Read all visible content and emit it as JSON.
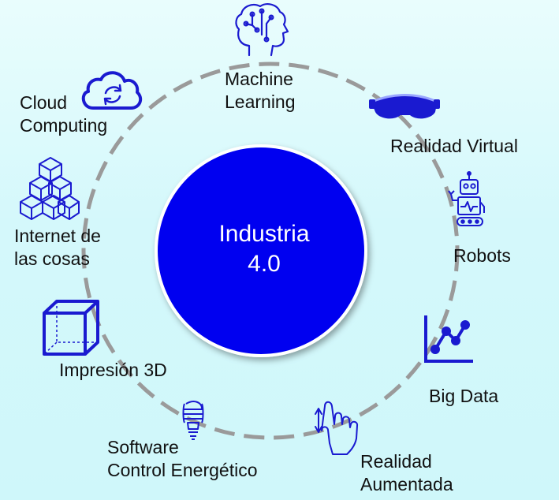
{
  "hub": {
    "line1": "Industria",
    "line2": "4.0"
  },
  "nodes": [
    {
      "id": "machine-learning",
      "line1": "Machine",
      "line2": "Learning",
      "icon": "brain-circuit-icon"
    },
    {
      "id": "realidad-virtual",
      "line1": "Realidad Virtual",
      "line2": "",
      "icon": "vr-headset-icon"
    },
    {
      "id": "robots",
      "line1": "Robots",
      "line2": "",
      "icon": "robot-icon"
    },
    {
      "id": "big-data",
      "line1": "Big Data",
      "line2": "",
      "icon": "line-chart-icon"
    },
    {
      "id": "realidad-aumentada",
      "line1": "Realidad",
      "line2": "Aumentada",
      "icon": "touch-gesture-icon"
    },
    {
      "id": "software-control-energetico",
      "line1": "Software",
      "line2": "Control Energético",
      "icon": "lightbulb-icon"
    },
    {
      "id": "impresion-3d",
      "line1": "Impresión 3D",
      "line2": "",
      "icon": "3d-cube-icon"
    },
    {
      "id": "internet-de-las-cosas",
      "line1": "Internet de",
      "line2": "las cosas",
      "icon": "connected-boxes-icon"
    },
    {
      "id": "cloud-computing",
      "line1": "Cloud",
      "line2": "Computing",
      "icon": "cloud-sync-icon"
    }
  ],
  "colors": {
    "hub": "#0000f0",
    "ring": "#9a9a9a",
    "icon": "#1a1ad0",
    "background": "#d4f8fb"
  }
}
